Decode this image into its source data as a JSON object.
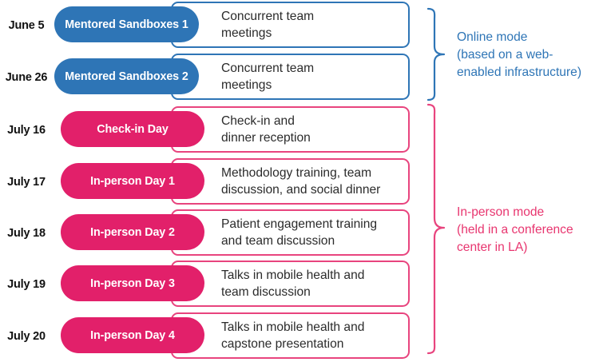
{
  "colors": {
    "online_blue": "#2E75B6",
    "inperson_pink": "#E2206A",
    "pink_outline": "#E8447E",
    "pink_text": "#E8356F",
    "text_dark": "#2B2B2B",
    "date_text": "#111111",
    "background": "#FFFFFF"
  },
  "schedule": {
    "rows": [
      {
        "date": "June 5",
        "pill": "Mentored Sandboxes 1",
        "description": "Concurrent team\nmeetings",
        "mode": "online"
      },
      {
        "date": "June 26",
        "pill": "Mentored Sandboxes 2",
        "description": "Concurrent team\nmeetings",
        "mode": "online"
      },
      {
        "date": "July 16",
        "pill": "Check-in Day",
        "description": "Check-in and\ndinner reception",
        "mode": "in-person"
      },
      {
        "date": "July 17",
        "pill": "In-person Day 1",
        "description": "Methodology training, team\ndiscussion, and social dinner",
        "mode": "in-person"
      },
      {
        "date": "July 18",
        "pill": "In-person Day 2",
        "description": "Patient engagement training\nand team discussion",
        "mode": "in-person"
      },
      {
        "date": "July 19",
        "pill": "In-person Day 3",
        "description": "Talks in mobile health and\nteam discussion",
        "mode": "in-person"
      },
      {
        "date": "July 20",
        "pill": "In-person Day 4",
        "description": "Talks in mobile health and\ncapstone presentation",
        "mode": "in-person"
      }
    ]
  },
  "groups": {
    "online": {
      "label": "Online mode\n(based on a web-\nenabled infrastructure)"
    },
    "in_person": {
      "label": "In-person mode\n(held in a conference\ncenter in LA)"
    }
  }
}
